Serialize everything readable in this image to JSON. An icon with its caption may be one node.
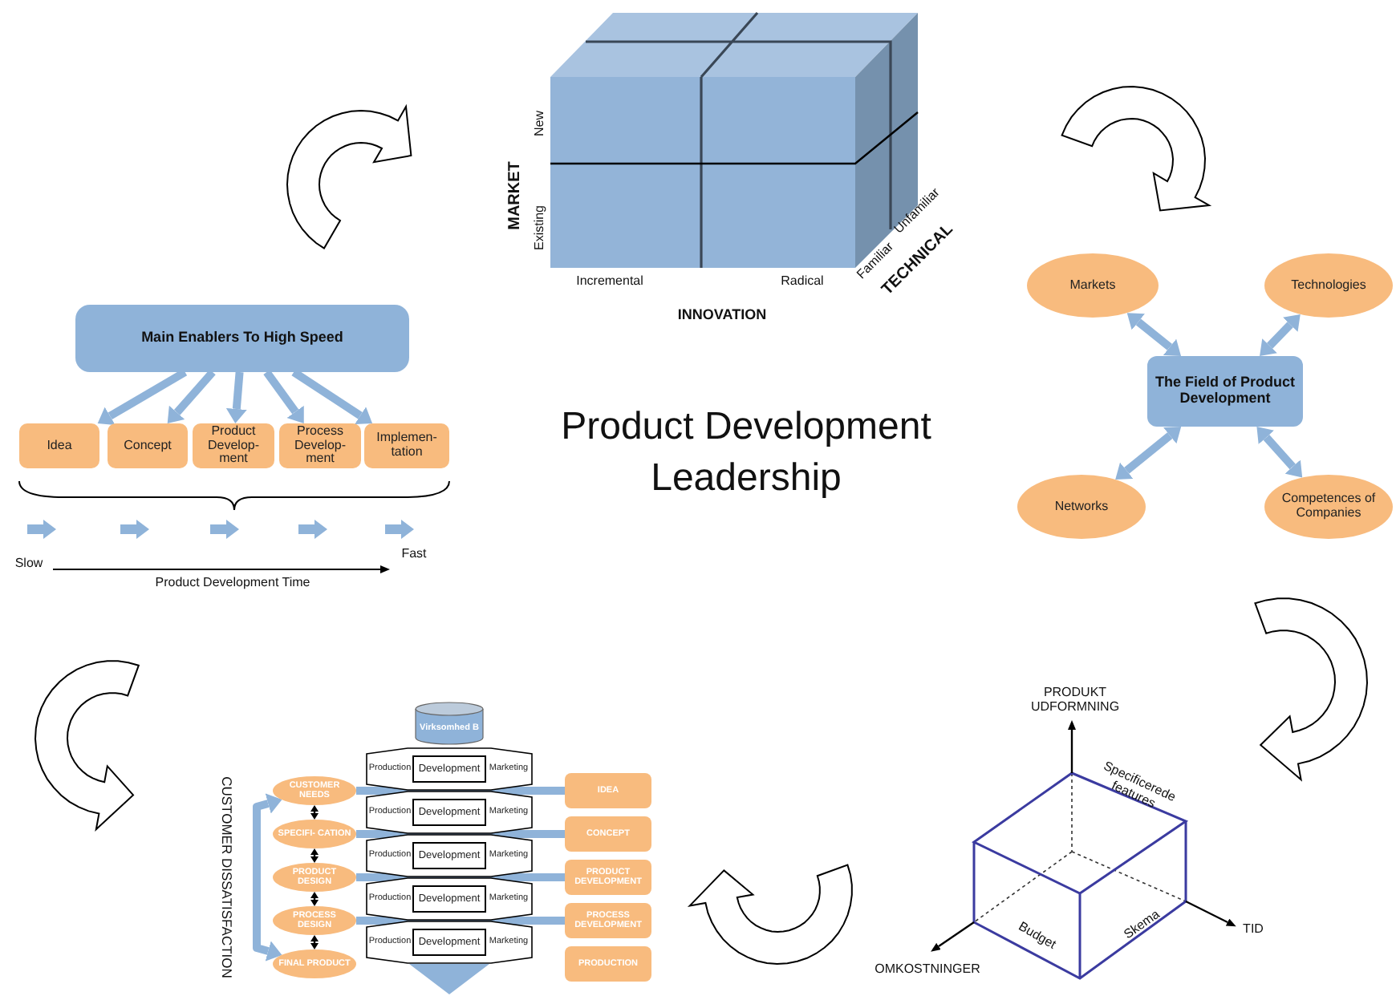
{
  "diagram": {
    "title": "Product Development Leadership",
    "nodes": [
      {
        "text": [
          "Main Enablers To High Speed"
        ]
      },
      {
        "text": [
          "Idea"
        ]
      },
      {
        "text": [
          "Concept"
        ]
      },
      {
        "text": [
          "Product Develop- ment"
        ]
      },
      {
        "text": [
          "Process Develop- ment"
        ]
      },
      {
        "text": [
          "Implemen- tation"
        ]
      },
      {
        "text": [
          "Markets"
        ]
      },
      {
        "text": [
          "Technologies"
        ]
      },
      {
        "text": [
          "The Field of Product Development"
        ]
      },
      {
        "text": [
          "Networks"
        ]
      },
      {
        "text": [
          "Competences of Companies"
        ]
      },
      {
        "text": [
          "Virksomhed B"
        ]
      },
      {
        "text": [
          "Production",
          "Development",
          "Marketing"
        ]
      },
      {
        "text": [
          "Production",
          "Development",
          "Marketing"
        ]
      },
      {
        "text": [
          "Production",
          "Development",
          "Marketing"
        ]
      },
      {
        "text": [
          "Production",
          "Development",
          "Marketing"
        ]
      },
      {
        "text": [
          "Production",
          "Development",
          "Marketing"
        ]
      },
      {
        "text": [
          "CUSTOMER NEEDS"
        ]
      },
      {
        "text": [
          "SPECIFI- CATION"
        ]
      },
      {
        "text": [
          "PRODUCT DESIGN"
        ]
      },
      {
        "text": [
          "PROCESS DESIGN"
        ]
      },
      {
        "text": [
          "FINAL PRODUCT"
        ]
      },
      {
        "text": [
          "IDEA"
        ]
      },
      {
        "text": [
          "CONCEPT"
        ]
      },
      {
        "text": [
          "PRODUCT DEVELOPMENT"
        ]
      },
      {
        "text": [
          "PROCESS DEVELOPMENT"
        ]
      },
      {
        "text": [
          "PRODUCTION"
        ]
      }
    ],
    "edges": [
      {
        "from": 0,
        "to": 1,
        "arrow": "to"
      },
      {
        "from": 0,
        "to": 2,
        "arrow": "to"
      },
      {
        "from": 0,
        "to": 3,
        "arrow": "to"
      },
      {
        "from": 0,
        "to": 4,
        "arrow": "to"
      },
      {
        "from": 0,
        "to": 5,
        "arrow": "to"
      },
      {
        "from": 8,
        "to": 6,
        "arrow": "both"
      },
      {
        "from": 8,
        "to": 7,
        "arrow": "both"
      },
      {
        "from": 8,
        "to": 9,
        "arrow": "both"
      },
      {
        "from": 8,
        "to": 10,
        "arrow": "both"
      },
      {
        "from": 17,
        "to": 18,
        "arrow": "both",
        "color": "#000000"
      },
      {
        "from": 18,
        "to": 19,
        "arrow": "both",
        "color": "#000000"
      },
      {
        "from": 19,
        "to": 20,
        "arrow": "both",
        "color": "#000000"
      },
      {
        "from": 20,
        "to": 21,
        "arrow": "both",
        "color": "#000000"
      },
      {
        "from": 17,
        "to": 22,
        "arrow": "none"
      },
      {
        "from": 18,
        "to": 23,
        "arrow": "none"
      },
      {
        "from": 19,
        "to": 24,
        "arrow": "none"
      },
      {
        "from": 20,
        "to": 25,
        "arrow": "none"
      },
      {
        "from": 17,
        "to": 21,
        "arrow": "both"
      }
    ],
    "labels": [
      "New",
      "Existing",
      "MARKET",
      "Incremental",
      "Radical",
      "INNOVATION",
      "Familiar",
      "Unfamiliar",
      "TECHNICAL",
      "Slow",
      "Fast",
      "Product Development Time",
      "PRODUKT UDFORMNING",
      "Specificerede features",
      "Budget",
      "Skema",
      "TID",
      "OMKOSTNINGER",
      "CUSTOMER DISSATISFACTION"
    ]
  }
}
